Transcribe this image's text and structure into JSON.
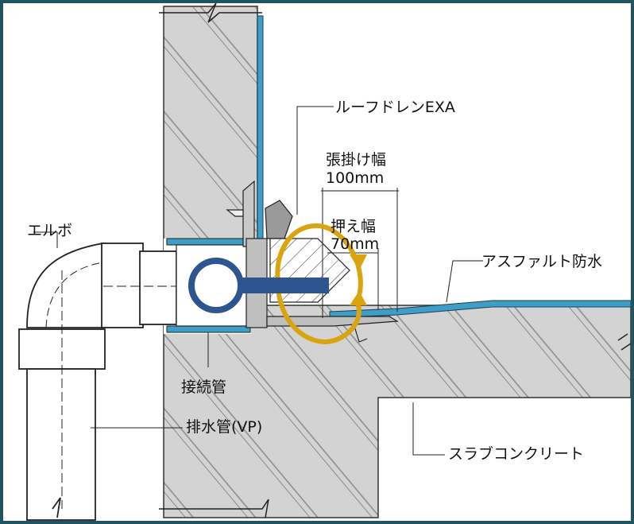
{
  "labels": {
    "roof_drain": "ルーフドレンEXA",
    "overlap_width_title": "張掛け幅",
    "overlap_width_value": "100mm",
    "press_width_title": "押え幅",
    "press_width_value": "70mm",
    "elbow": "エルボ",
    "asphalt_waterproofing": "アスファルト防水",
    "connection_pipe": "接続管",
    "drain_pipe": "排水管(VP)",
    "slab_concrete": "スラブコンクリート"
  },
  "colors": {
    "frame": "#1f5560",
    "concrete": "#d3d3d3",
    "waterproof_layer": "#3d9fc7",
    "pipe_outline": "#222222",
    "key_symbol": "#2e5590",
    "rotation_arrows": "#d9a40e"
  },
  "icons": {
    "key_symbol": "key-icon",
    "rotation_arrows": "rotate-arrows-icon"
  }
}
